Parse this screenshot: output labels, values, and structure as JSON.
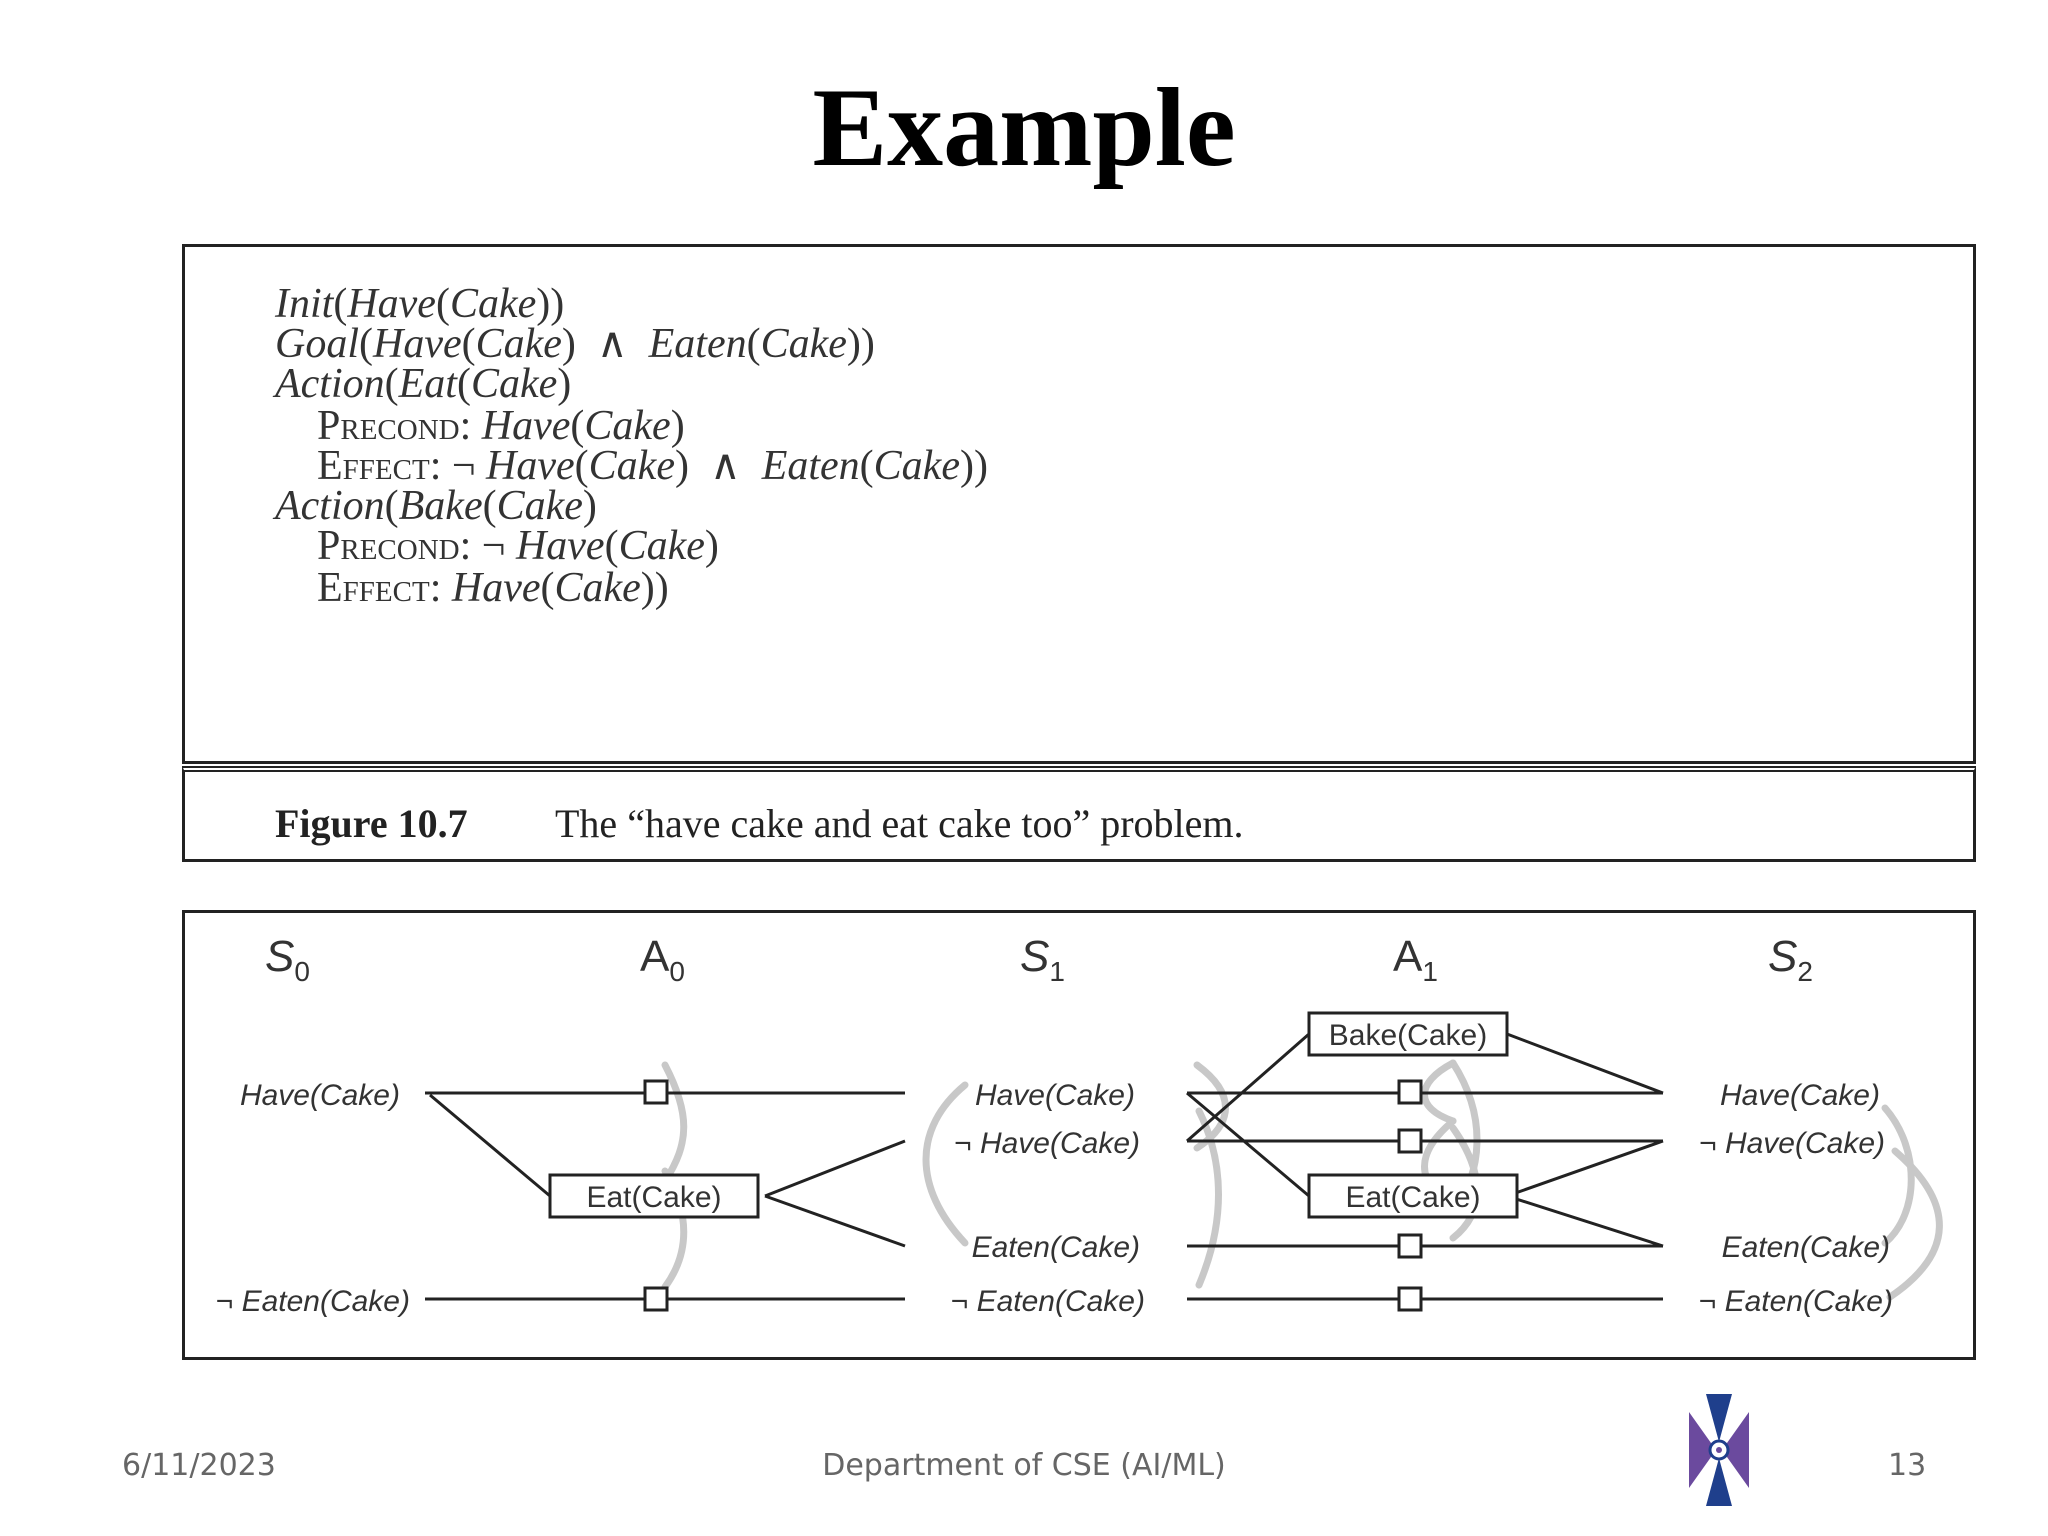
{
  "slide": {
    "title": "Example"
  },
  "code": {
    "lines": [
      {
        "parts": [
          {
            "t": "Init",
            "s": "it"
          },
          {
            "t": "(",
            "s": ""
          },
          {
            "t": "Have",
            "s": "it"
          },
          {
            "t": "(",
            "s": ""
          },
          {
            "t": "Cake",
            "s": "it"
          },
          {
            "t": "))",
            "s": ""
          }
        ]
      },
      {
        "parts": [
          {
            "t": "Goal",
            "s": "it"
          },
          {
            "t": "(",
            "s": ""
          },
          {
            "t": "Have",
            "s": "it"
          },
          {
            "t": "(",
            "s": ""
          },
          {
            "t": "Cake",
            "s": "it"
          },
          {
            "t": ")  ∧  ",
            "s": ""
          },
          {
            "t": "Eaten",
            "s": "it"
          },
          {
            "t": "(",
            "s": ""
          },
          {
            "t": "Cake",
            "s": "it"
          },
          {
            "t": "))",
            "s": ""
          }
        ]
      },
      {
        "parts": [
          {
            "t": "Action",
            "s": "it"
          },
          {
            "t": "(",
            "s": ""
          },
          {
            "t": "Eat",
            "s": "it"
          },
          {
            "t": "(",
            "s": ""
          },
          {
            "t": "Cake",
            "s": "it"
          },
          {
            "t": ")",
            "s": ""
          }
        ]
      },
      {
        "indent": true,
        "parts": [
          {
            "t": "Precond",
            "s": "sc"
          },
          {
            "t": ": ",
            "s": ""
          },
          {
            "t": "Have",
            "s": "it"
          },
          {
            "t": "(",
            "s": ""
          },
          {
            "t": "Cake",
            "s": "it"
          },
          {
            "t": ")",
            "s": ""
          }
        ]
      },
      {
        "indent": true,
        "parts": [
          {
            "t": "Effect",
            "s": "sc"
          },
          {
            "t": ": ¬ ",
            "s": ""
          },
          {
            "t": "Have",
            "s": "it"
          },
          {
            "t": "(",
            "s": ""
          },
          {
            "t": "Cake",
            "s": "it"
          },
          {
            "t": ")  ∧  ",
            "s": ""
          },
          {
            "t": "Eaten",
            "s": "it"
          },
          {
            "t": "(",
            "s": ""
          },
          {
            "t": "Cake",
            "s": "it"
          },
          {
            "t": "))",
            "s": ""
          }
        ]
      },
      {
        "parts": [
          {
            "t": "Action",
            "s": "it"
          },
          {
            "t": "(",
            "s": ""
          },
          {
            "t": "Bake",
            "s": "it"
          },
          {
            "t": "(",
            "s": ""
          },
          {
            "t": "Cake",
            "s": "it"
          },
          {
            "t": ")",
            "s": ""
          }
        ]
      },
      {
        "indent": true,
        "parts": [
          {
            "t": "Precond",
            "s": "sc"
          },
          {
            "t": ": ¬ ",
            "s": ""
          },
          {
            "t": "Have",
            "s": "it"
          },
          {
            "t": "(",
            "s": ""
          },
          {
            "t": "Cake",
            "s": "it"
          },
          {
            "t": ")",
            "s": ""
          }
        ]
      },
      {
        "indent": true,
        "parts": [
          {
            "t": "Effect",
            "s": "sc"
          },
          {
            "t": ": ",
            "s": ""
          },
          {
            "t": "Have",
            "s": "it"
          },
          {
            "t": "(",
            "s": ""
          },
          {
            "t": "Cake",
            "s": "it"
          },
          {
            "t": "))",
            "s": ""
          }
        ]
      }
    ]
  },
  "caption": {
    "figure_label": "Figure 10.7",
    "text": "The “have cake and eat cake too” problem."
  },
  "graph": {
    "levels": [
      {
        "main": "S",
        "sub": "0"
      },
      {
        "main": "A",
        "sub": "0"
      },
      {
        "main": "S",
        "sub": "1"
      },
      {
        "main": "A",
        "sub": "1"
      },
      {
        "main": "S",
        "sub": "2"
      }
    ],
    "s0": [
      "Have(Cake)",
      "¬ Eaten(Cake)"
    ],
    "s1": [
      "Have(Cake)",
      "¬ Have(Cake)",
      "Eaten(Cake)",
      "¬ Eaten(Cake)"
    ],
    "s2": [
      "Have(Cake)",
      "¬ Have(Cake)",
      "Eaten(Cake)",
      "¬ Eaten(Cake)"
    ],
    "a0_actions": [
      "Eat(Cake)"
    ],
    "a1_actions": [
      "Bake(Cake)",
      "Eat(Cake)"
    ]
  },
  "footer": {
    "date": "6/11/2023",
    "department": "Department of CSE (AI/ML)",
    "page": "13"
  },
  "colors": {
    "logo_purple": "#6b4a9e",
    "logo_blue": "#1f3f8c",
    "border": "#222222"
  }
}
